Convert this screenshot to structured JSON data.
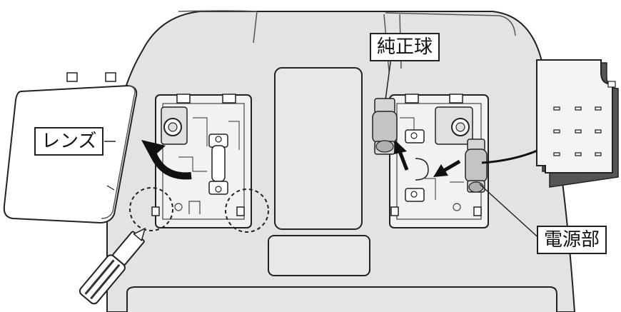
{
  "labels": {
    "lens": "レンズ",
    "oem_bulb": "純正球",
    "power_unit": "電源部"
  },
  "colors": {
    "housing": "#e3e3e3",
    "outline": "#222222",
    "panel": "#f2f2f2",
    "bulb": "#bdbdbd",
    "arrow": "#111111",
    "paper": "#ffffff"
  },
  "icons": {
    "tool": "flathead-screwdriver-icon",
    "clip_marker": "dashed-circle-icon"
  }
}
